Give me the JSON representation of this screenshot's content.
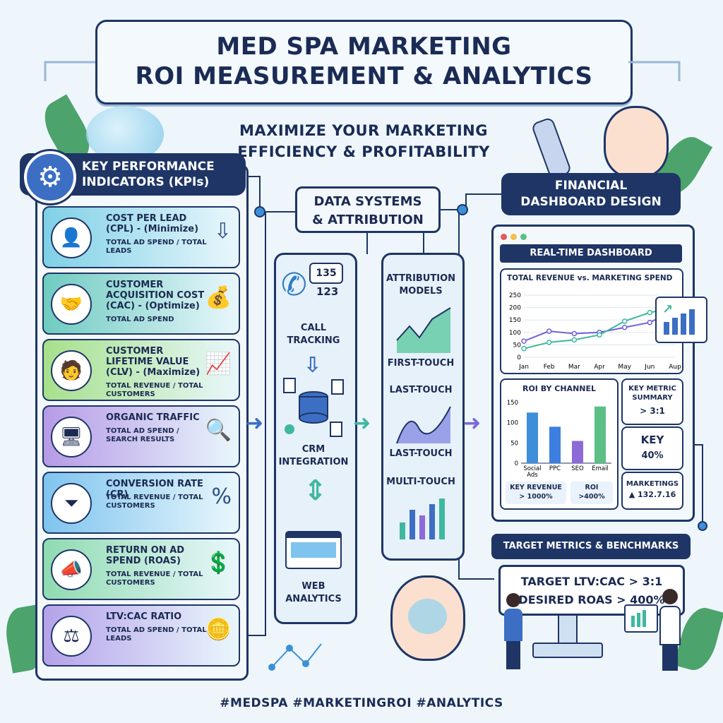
{
  "title": {
    "line1": "MED SPA MARKETING",
    "line2": "ROI MEASUREMENT & ANALYTICS"
  },
  "subtitle": {
    "line1": "MAXIMIZE YOUR MARKETING",
    "line2": "EFFICIENCY & PROFITABILITY"
  },
  "kpi": {
    "header": {
      "line1": "KEY PERFORMANCE",
      "line2": "INDICATORS (KPIs)"
    },
    "cards": [
      {
        "title": "COST PER LEAD (CPL) - (Minimize)",
        "formula": "TOTAL AD SPEND / TOTAL LEADS",
        "color": "#7fd0e6",
        "icon": "user-icon",
        "right": "down-arrow-icon"
      },
      {
        "title": "CUSTOMER ACQUISITION COST (CAC) - (Optimize)",
        "formula": "TOTAL AD SPEND",
        "color": "#6fcbc0",
        "icon": "handshake-icon",
        "right": "money-bag-icon"
      },
      {
        "title": "CUSTOMER LIFETIME VALUE (CLV) - (Maximize)",
        "formula": "TOTAL REVENUE / TOTAL CUSTOMERS",
        "color": "#a6e08b",
        "icon": "person-icon",
        "right": "coins-growth-icon"
      },
      {
        "title": "ORGANIC TRAFFIC",
        "formula": "TOTAL AD SPEND / SEARCH RESULTS",
        "color": "#b69ae6",
        "icon": "browser-icon",
        "right": "search-icon"
      },
      {
        "title": "CONVERSION RATE (CR)",
        "formula": "TOTAL REVENUE / TOTAL CUSTOMERS",
        "color": "#7fc4ee",
        "icon": "funnel-icon",
        "right": "percent-icon"
      },
      {
        "title": "RETURN ON AD SPEND (ROAS)",
        "formula": "TOTAL REVENUE / TOTAL CUSTOMERS",
        "color": "#8fdbb0",
        "icon": "megaphone-icon",
        "right": "coins-chart-icon"
      },
      {
        "title": "LTV:CAC RATIO",
        "formula": "TOTAL AD SPEND / TOTAL LEADS",
        "color": "#b5a2ea",
        "icon": "scale-icon",
        "right": "coins-icon"
      }
    ]
  },
  "data_systems": {
    "header": {
      "line1": "DATA SYSTEMS",
      "line2": "& ATTRIBUTION"
    },
    "call_numbers": {
      "top": "135",
      "bottom": "123"
    },
    "call_tracking": "CALL TRACKING",
    "crm": "CRM INTEGRATION",
    "web": "WEB ANALYTICS",
    "attribution_title": "ATTRIBUTION MODELS",
    "models": [
      "FIRST-TOUCH",
      "LAST-TOUCH",
      "LAST-TOUCH",
      "MULTI-TOUCH"
    ]
  },
  "financial": {
    "header": {
      "line1": "FINANCIAL",
      "line2": "DASHBOARD DESIGN"
    },
    "realtime": "REAL-TIME DASHBOARD",
    "roi_title": "ROI BY CHANNEL",
    "key_metric": {
      "line1": "KEY METRIC",
      "line2": "SUMMARY",
      "value": "> 3:1"
    },
    "key": {
      "label": "KEY",
      "value": "40%"
    },
    "marketings": {
      "label": "MARKETINGS",
      "value": "▲ 132.7.16"
    },
    "key_revenue": {
      "label": "KEY REVENUE",
      "value": "> 1000%"
    },
    "roi_small": {
      "label": "ROI",
      "value": ">400%"
    },
    "target_head": "TARGET METRICS & BENCHMARKS",
    "target_line1": "TARGET LTV:CAC > 3:1",
    "target_line2": "DESIRED ROAS > 400%"
  },
  "hashtags": "#MEDSPA #MARKETINGROI #ANALYTICS",
  "chart_data": [
    {
      "type": "line",
      "title": "TOTAL REVENUE vs. MARKETING SPEND",
      "categories": [
        "Jan",
        "Feb",
        "Mar",
        "Apr",
        "May",
        "Jun",
        "Aup"
      ],
      "yticks": [
        0,
        50,
        100,
        150,
        200,
        250
      ],
      "ylim": [
        0,
        250
      ],
      "series": [
        {
          "values": [
            65,
            105,
            95,
            100,
            120,
            140,
            190
          ],
          "color": "#6f5fd6"
        },
        {
          "values": [
            35,
            60,
            70,
            90,
            145,
            180,
            200
          ],
          "color": "#3fb8a0"
        }
      ]
    },
    {
      "type": "bar",
      "title": "ROI BY CHANNEL",
      "categories": [
        "Social Ads",
        "PPC",
        "SEO",
        "Email"
      ],
      "values": [
        125,
        90,
        55,
        140
      ],
      "yticks": [
        0,
        50,
        100,
        150
      ],
      "ylim": [
        0,
        150
      ],
      "colors": [
        "#3c8fd8",
        "#3c7fe0",
        "#8e6ad8",
        "#5cbf85"
      ]
    }
  ]
}
